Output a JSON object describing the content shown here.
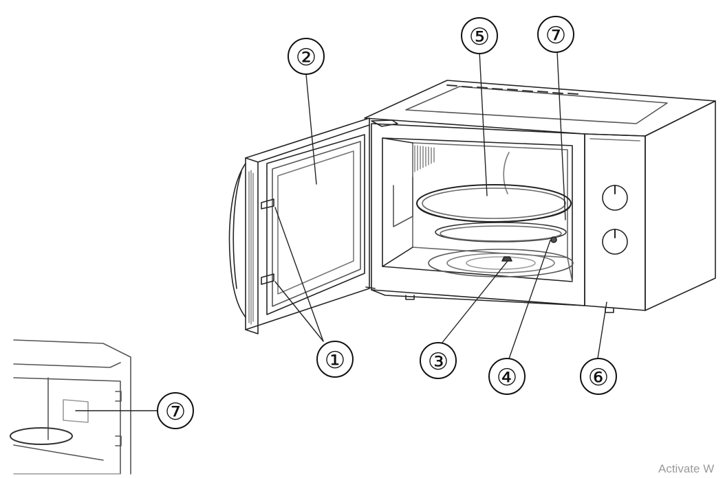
{
  "diagram": {
    "callouts": [
      {
        "id": "door-seal",
        "label": "①"
      },
      {
        "id": "door-window",
        "label": "②"
      },
      {
        "id": "coupler",
        "label": "③"
      },
      {
        "id": "roller-ring",
        "label": "④"
      },
      {
        "id": "turntable",
        "label": "⑤"
      },
      {
        "id": "control-panel",
        "label": "⑥"
      },
      {
        "id": "waveguide-cover",
        "label": "⑦"
      },
      {
        "id": "waveguide-cover-detail",
        "label": "⑦"
      }
    ]
  },
  "watermark": {
    "text": "Activate W"
  }
}
